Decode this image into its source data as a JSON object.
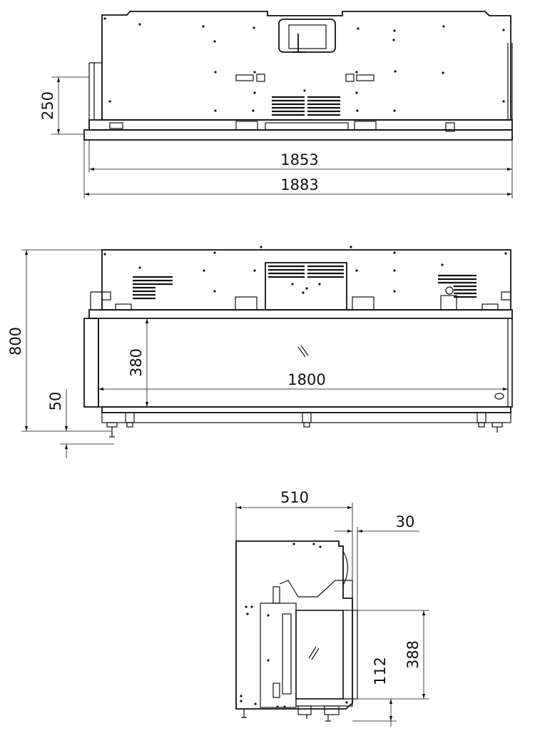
{
  "drawing": {
    "top_view": {
      "height_dim": "250",
      "inner_width_dim": "1853",
      "outer_width_dim": "1883"
    },
    "front_view": {
      "height_dim": "800",
      "glass_height_dim": "380",
      "glass_width_dim": "1800",
      "leg_dim": "50"
    },
    "side_view": {
      "depth_dim": "510",
      "front_offset_dim": "30",
      "glass_height_dim": "388",
      "base_offset_dim": "112"
    }
  }
}
